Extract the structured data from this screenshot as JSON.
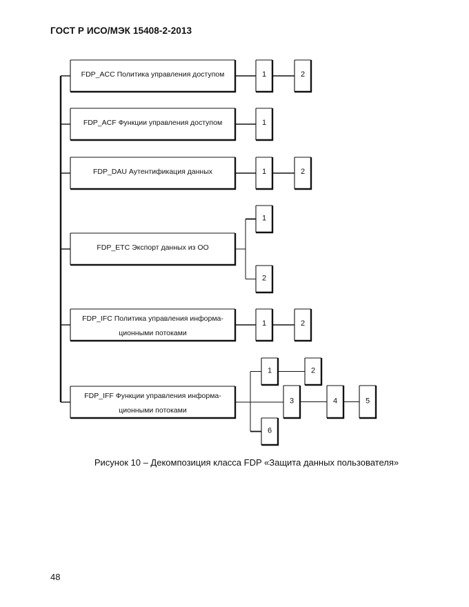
{
  "header": {
    "title": "ГОСТ Р ИСО/МЭК 15408-2-2013"
  },
  "figure": {
    "caption": "Рисунок 10 – Декомпозиция класса FDP «Защита данных пользователя»",
    "families": [
      {
        "id": "FDP_ACC",
        "lines": [
          "FDP_ACC  Политика управления доступом"
        ],
        "components": [
          "1",
          "2"
        ],
        "structure": "chain"
      },
      {
        "id": "FDP_ACF",
        "lines": [
          "FDP_ACF  Функции управления доступом"
        ],
        "components": [
          "1"
        ],
        "structure": "chain"
      },
      {
        "id": "FDP_DAU",
        "lines": [
          "FDP_DAU Аутентификация данных"
        ],
        "components": [
          "1",
          "2"
        ],
        "structure": "chain"
      },
      {
        "id": "FDP_ETC",
        "lines": [
          "FDP_ETC  Экспорт данных из ОО"
        ],
        "components": [
          "1",
          "2"
        ],
        "structure": "branch"
      },
      {
        "id": "FDP_IFC",
        "lines": [
          "FDP_IFC  Политика управления информа-",
          "ционными потоками"
        ],
        "components": [
          "1",
          "2"
        ],
        "structure": "chain"
      },
      {
        "id": "FDP_IFF",
        "lines": [
          "FDP_IFF  Функции управления информа-",
          "ционными потоками"
        ],
        "components": [
          "1",
          "2",
          "3",
          "4",
          "5",
          "6"
        ],
        "structure": "tree",
        "edges": [
          [
            "root",
            "1"
          ],
          [
            "1",
            "2"
          ],
          [
            "root",
            "3"
          ],
          [
            "3",
            "4"
          ],
          [
            "4",
            "5"
          ],
          [
            "root",
            "6"
          ]
        ]
      }
    ]
  },
  "footer": {
    "page_number": "48"
  }
}
